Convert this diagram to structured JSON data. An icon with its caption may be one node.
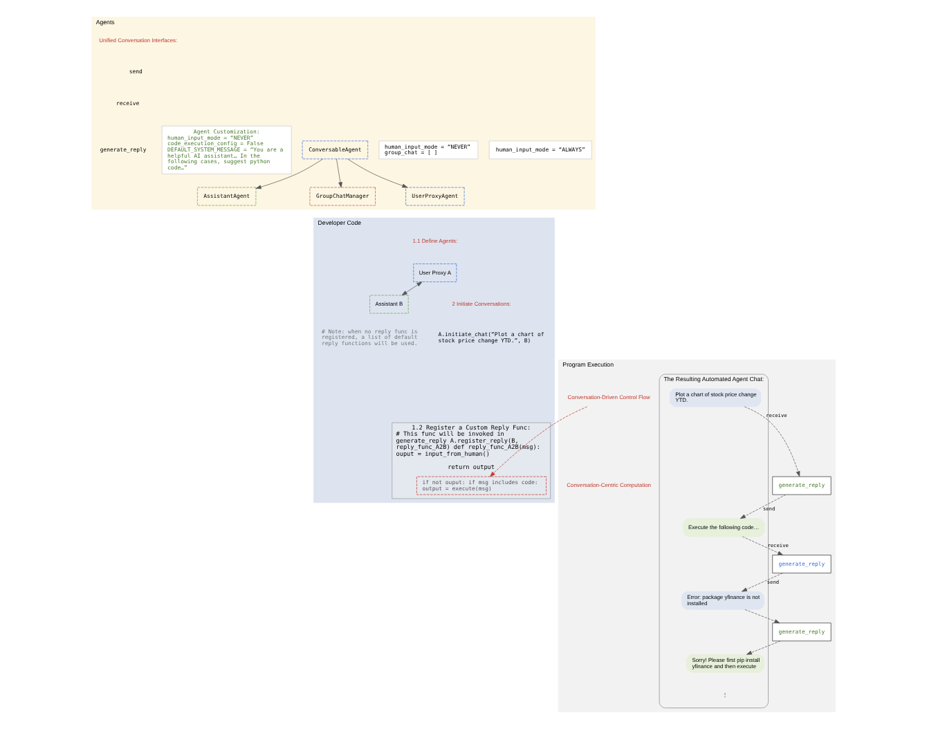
{
  "diagram": {
    "nodes": [
      {
        "text": [
          "Agents"
        ]
      },
      {
        "text": [
          "ConversableAgent"
        ],
        "in": 0
      },
      {
        "text": [
          "AssistantAgent"
        ],
        "in": 0
      },
      {
        "text": [
          "UserProxyAgent"
        ],
        "in": 0
      },
      {
        "text": [
          "GroupChatManager"
        ],
        "in": 0
      },
      {
        "text": [
          "Agent Customization:",
          "human_input_mode = “NEVER” code_execution_config = False DEFAULT_SYSTEM_MESSAGE = “You are a helpful AI assistant… In the following cases, suggest python code…”"
        ],
        "in": 0
      },
      {
        "text": [
          "human_input_mode = “ALWAYS”"
        ],
        "in": 0
      },
      {
        "text": [
          "human_input_mode = “NEVER” group_chat = [ ]"
        ],
        "in": 0
      },
      {
        "text": [
          "Developer Code"
        ]
      },
      {
        "text": [
          "1.2 Register a Custom Reply Func:",
          "# This func will be invoked in generate_reply A.register_reply(B, reply_func_A2B) def reply_func_A2B(msg): ouput = input_from_human()",
          "return output"
        ],
        "in": 8
      },
      {
        "text": [
          "if not ouput: if msg includes code: output = execute(msg)"
        ],
        "in": 9
      },
      {
        "text": [
          "User Proxy A"
        ],
        "in": 8
      },
      {
        "text": [
          "Assistant B"
        ],
        "in": 8
      },
      {
        "text": [
          "Program Execution"
        ]
      },
      {
        "text": [
          "Conversation-Driven Control Flow"
        ],
        "in": 13
      },
      {
        "text": [
          "The Resulting Automated Agent Chat:"
        ],
        "in": 13
      },
      {
        "text": [
          "Plot a chart of stock price change YTD."
        ],
        "in": 15
      },
      {
        "text": [
          "Execute the following code…"
        ],
        "in": 15
      },
      {
        "text": [
          "Error: package yfinance is not installed"
        ],
        "in": 15
      },
      {
        "text": [
          "Sorry! Please first pip install yfinance and then execute"
        ],
        "in": 15
      },
      {
        "text": [
          "generate_reply"
        ],
        "in": 13
      },
      {
        "text": [
          "generate_reply"
        ],
        "in": 13
      },
      {
        "text": [
          "generate_reply"
        ],
        "in": 13
      }
    ],
    "edges": [
      {
        "from": 1,
        "to": 2,
        "arrow": "to"
      },
      {
        "from": 1,
        "to": 3,
        "arrow": "to"
      },
      {
        "from": 1,
        "to": 4,
        "arrow": "to"
      },
      {
        "from": 11,
        "to": 12,
        "arrow": "both"
      },
      {
        "from": 14,
        "to": 10,
        "arrow": "to",
        "style": "dashed",
        "color": "#c0392b"
      },
      {
        "from": 16,
        "to": 20,
        "arrow": "to",
        "style": "dashed",
        "label": "receive"
      },
      {
        "from": 20,
        "to": 17,
        "arrow": "to",
        "style": "dashed",
        "label": "send"
      },
      {
        "from": 17,
        "to": 21,
        "arrow": "to",
        "style": "dashed",
        "label": "receive"
      },
      {
        "from": 21,
        "to": 18,
        "arrow": "to",
        "style": "dashed",
        "label": "send"
      },
      {
        "from": 18,
        "to": 22,
        "arrow": "to",
        "style": "dashed"
      },
      {
        "from": 22,
        "to": 19,
        "arrow": "to",
        "style": "dashed"
      }
    ],
    "labels": [
      "Unified Conversation Interfaces:",
      "send",
      "receive",
      "generate_reply",
      "1.1 Define Agents:",
      "# Note: when no reply func is registered, a list of default reply functions will be used.",
      "2 Initiate Conversations:",
      "A.initiate_chat(“Plot a chart of stock price change YTD.”, B)",
      "Conversation-Centric Computation",
      "⋮"
    ]
  }
}
